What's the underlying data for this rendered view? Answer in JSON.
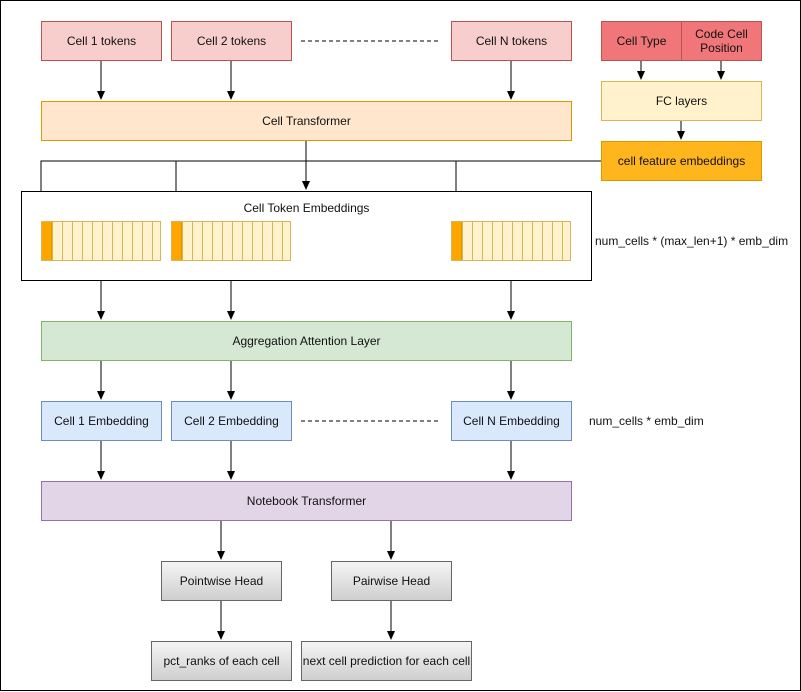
{
  "inputs": {
    "cell1_tokens": "Cell 1 tokens",
    "cell2_tokens": "Cell 2 tokens",
    "cellN_tokens": "Cell N tokens",
    "cell_type": "Cell Type",
    "code_cell_position": "Code Cell Position"
  },
  "fc_layers": "FC layers",
  "cell_feature_embeddings": "cell feature embeddings",
  "cell_transformer": "Cell Transformer",
  "token_embeddings": {
    "title": "Cell Token Embeddings",
    "shape": "num_cells * (max_len+1) * emb_dim"
  },
  "aggregation_layer": "Aggregation Attention Layer",
  "cell_embeddings": {
    "cell1": "Cell 1 Embedding",
    "cell2": "Cell 2 Embedding",
    "cellN": "Cell N Embedding",
    "shape": "num_cells * emb_dim"
  },
  "notebook_transformer": "Notebook Transformer",
  "heads": {
    "pointwise": "Pointwise Head",
    "pairwise": "Pairwise Head"
  },
  "outputs": {
    "pointwise": "pct_ranks of each cell",
    "pairwise": "next cell prediction for each cell"
  },
  "colors": {
    "tokens_fill": "#f8cecc",
    "feature_fill": "#f0767a",
    "transformer_fill": "#ffe6cc",
    "fc_fill": "#fff2cc",
    "embedding_fill": "#ffb51c",
    "aggregation_fill": "#d5e8d4",
    "cell_embedding_fill": "#dae8fc",
    "notebook_fill": "#e1d5e7",
    "head_fill": "#e6e6e6"
  }
}
